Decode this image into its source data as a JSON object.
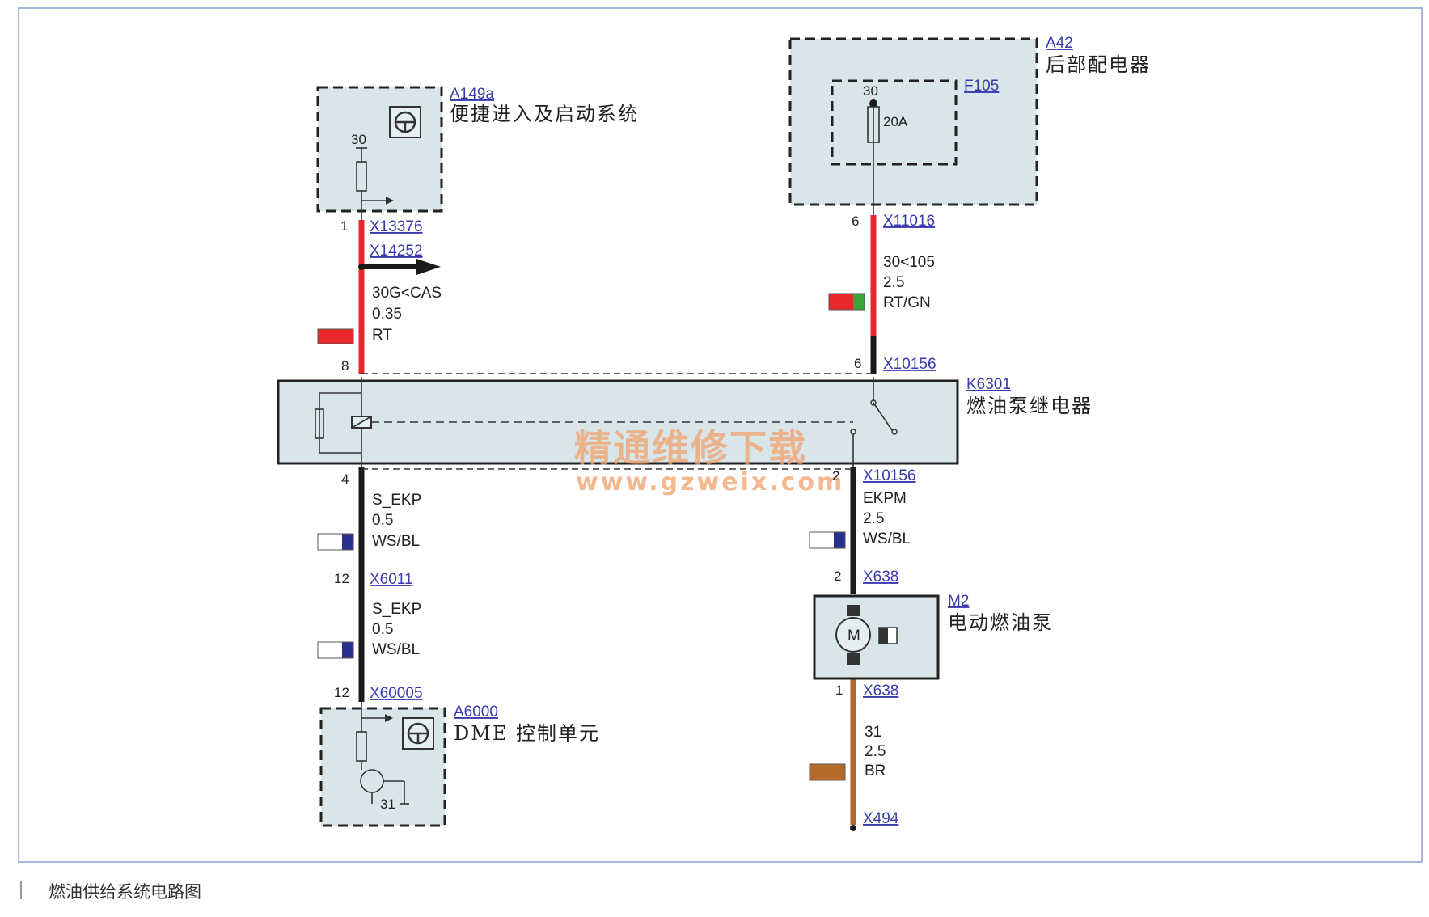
{
  "components": {
    "a149a": {
      "id": "A149a",
      "name": "便捷进入及启动系统",
      "pin": "30"
    },
    "a42": {
      "id": "A42",
      "name": "后部配电器"
    },
    "f105": {
      "id": "F105",
      "pin": "30",
      "rating": "20A"
    },
    "k6301": {
      "id": "K6301",
      "name": "燃油泵继电器"
    },
    "a6000": {
      "id": "A6000",
      "name": "DME 控制单元",
      "pin": "31"
    },
    "m2": {
      "id": "M2",
      "name": "电动燃油泵",
      "motor_letter": "M"
    }
  },
  "connectors": {
    "x13376": {
      "pin": "1",
      "label": "X13376"
    },
    "x14252": {
      "label": "X14252"
    },
    "k_top_left": {
      "pin": "8"
    },
    "x11016": {
      "pin": "6",
      "label": "X11016"
    },
    "x10156_top": {
      "pin": "6",
      "label": "X10156"
    },
    "k_bottom_left": {
      "pin": "4"
    },
    "x10156_bottom": {
      "pin": "2",
      "label": "X10156"
    },
    "x6011": {
      "pin": "12",
      "label": "X6011"
    },
    "x60005": {
      "pin": "12",
      "label": "X60005"
    },
    "x638_top": {
      "pin": "2",
      "label": "X638"
    },
    "x638_bottom": {
      "pin": "1",
      "label": "X638"
    },
    "x494": {
      "label": "X494"
    }
  },
  "wires": {
    "w1": {
      "signal": "30G<CAS",
      "gauge": "0.35",
      "color_code": "RT",
      "colors": [
        "#e8282a"
      ]
    },
    "w2": {
      "signal": "30<105",
      "gauge": "2.5",
      "color_code": "RT/GN",
      "colors": [
        "#e8282a",
        "#3aa63a"
      ]
    },
    "w3": {
      "signal": "S_EKP",
      "gauge": "0.5",
      "color_code": "WS/BL",
      "colors": [
        "#ffffff",
        "#2b2f8f"
      ]
    },
    "w4": {
      "signal": "S_EKP",
      "gauge": "0.5",
      "color_code": "WS/BL",
      "colors": [
        "#ffffff",
        "#2b2f8f"
      ]
    },
    "w5": {
      "signal": "EKPM",
      "gauge": "2.5",
      "color_code": "WS/BL",
      "colors": [
        "#ffffff",
        "#2b2f8f"
      ]
    },
    "w6": {
      "signal": "31",
      "gauge": "2.5",
      "color_code": "BR",
      "colors": [
        "#b5692b"
      ]
    }
  },
  "watermark": {
    "line1": "精通维修下载",
    "line2": "www.gzweix.com"
  },
  "caption": "燃油供给系统电路图",
  "colors": {
    "box_fill": "#d9e6e9",
    "frame": "#a7b8e0",
    "link": "#3a3ab0",
    "wire_black": "#1a1a1a"
  }
}
